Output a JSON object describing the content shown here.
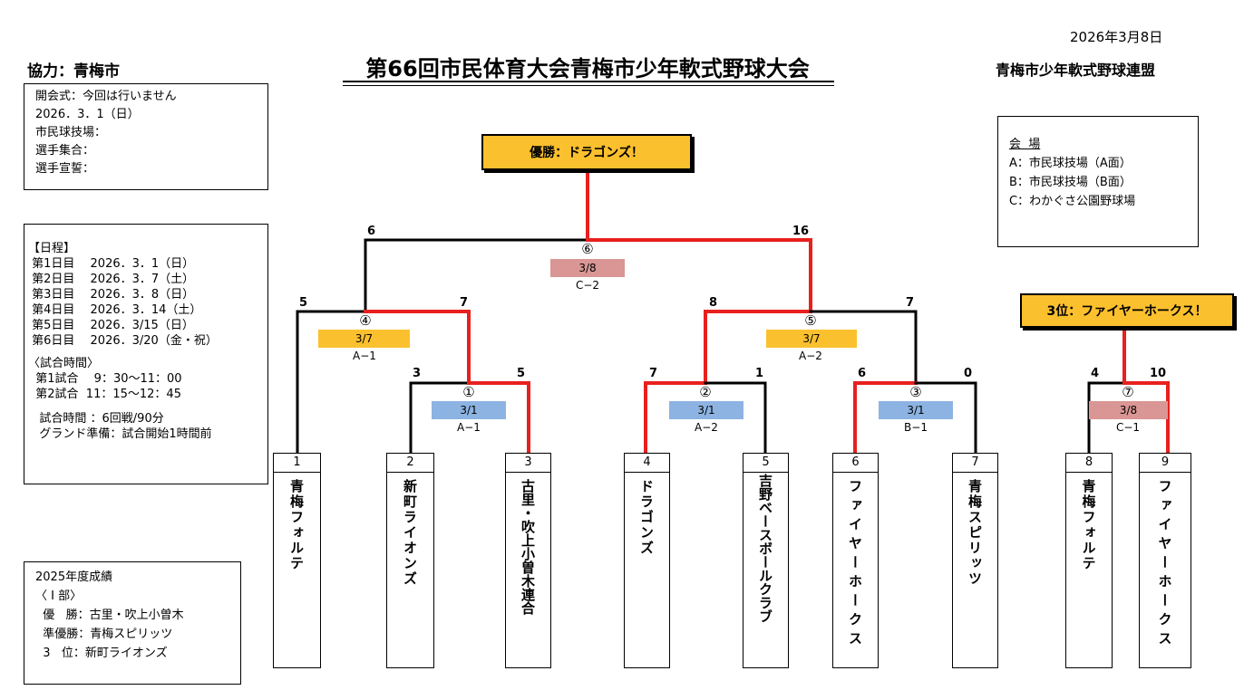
{
  "header": {
    "date": "2026年3月8日",
    "cooperation": "協力：青梅市",
    "title": "第66回市民体育大会青梅市少年軟式野球大会",
    "organizer": "青梅市少年軟式野球連盟"
  },
  "opening_box": {
    "lines": [
      "開会式：今回は行いません",
      "2026．3．1（日）",
      "市民球技場：",
      "選手集合：",
      "選手宣誓："
    ]
  },
  "schedule_box": {
    "lines": [
      "【日程】",
      " 第1日目　 2026．3．1（日）",
      " 第2日目　 2026．3．7（土）",
      " 第3日目　 2026．3．8（日）",
      " 第4日目　 2026．3．14（土）",
      " 第5日目　 2026．3/15（日）",
      " 第6日目　 2026．3/20（金・祝）",
      "",
      "〈試合時間〉",
      "  第1試合　 9：30～11：00",
      "  第2試合  11：15～12：45",
      "",
      "   試合時間 ：6回戦/90分",
      "   グランド準備：試合開始1時間前"
    ]
  },
  "results_box": {
    "lines": [
      "2025年度成績",
      "〈 I 部〉",
      "  優   勝：古里・吹上小曽木",
      "  準優勝：青梅スピリッツ",
      "  3   位：新町ライオンズ"
    ]
  },
  "venue_box": {
    "title": "会  場",
    "lines": [
      "A：市民球技場（A面）",
      "B：市民球技場（B面）",
      "C：わかぐさ公園野球場"
    ]
  },
  "champion_banner": "優勝：ドラゴンズ！",
  "third_banner": "3位：ファイヤーホークス！",
  "teams": [
    {
      "num": "1",
      "name": "青梅フォルテ"
    },
    {
      "num": "2",
      "name": "新町ライオンズ"
    },
    {
      "num": "3",
      "name": "古里・吹上小曽木連合"
    },
    {
      "num": "4",
      "name": "ドラゴンズ"
    },
    {
      "num": "5",
      "name": "吉野ベースボールクラブ"
    },
    {
      "num": "6",
      "name": "ファイヤーホークス"
    },
    {
      "num": "7",
      "name": "青梅スピリッツ"
    },
    {
      "num": "8",
      "name": "青梅フォルテ"
    },
    {
      "num": "9",
      "name": "ファイヤーホークス"
    }
  ],
  "games": [
    {
      "no": "①",
      "date": "3/1",
      "venue": "A−1",
      "date_color": "#8DB3E2",
      "score_left": "3",
      "score_right": "5"
    },
    {
      "no": "②",
      "date": "3/1",
      "venue": "A−2",
      "date_color": "#8DB3E2",
      "score_left": "7",
      "score_right": "1"
    },
    {
      "no": "③",
      "date": "3/1",
      "venue": "B−1",
      "date_color": "#8DB3E2",
      "score_left": "6",
      "score_right": "0"
    },
    {
      "no": "④",
      "date": "3/7",
      "venue": "A−1",
      "date_color": "#FBC02D",
      "score_left": "5",
      "score_right": "7"
    },
    {
      "no": "⑤",
      "date": "3/7",
      "venue": "A−2",
      "date_color": "#FBC02D",
      "score_left": "8",
      "score_right": "7"
    },
    {
      "no": "⑥",
      "date": "3/8",
      "venue": "C−2",
      "date_color": "#D99694",
      "score_left": "6",
      "score_right": "16"
    },
    {
      "no": "⑦",
      "date": "3/8",
      "venue": "C−1",
      "date_color": "#D99694",
      "score_left": "4",
      "score_right": "10"
    }
  ],
  "colors": {
    "winner_line": "#E8201E",
    "loser_line": "#000000",
    "banner": "#FBC02D"
  }
}
